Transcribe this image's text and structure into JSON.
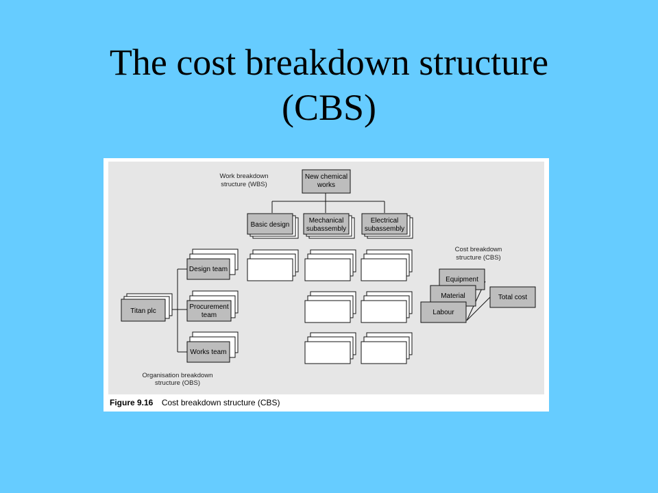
{
  "slide": {
    "title_line1": "The cost breakdown structure",
    "title_line2": "(CBS)"
  },
  "colors": {
    "background": "#66ccff",
    "panel": "#ffffff",
    "inner_panel": "#e6e6e6",
    "box_fill": "#bdbdbd",
    "box_stroke": "#111111"
  },
  "diagram": {
    "wbs": {
      "label_line1": "Work breakdown",
      "label_line2": "structure (WBS)",
      "root_line1": "New chemical",
      "root_line2": "works",
      "children": [
        {
          "line1": "Basic design",
          "line2": ""
        },
        {
          "line1": "Mechanical",
          "line2": "subassembly"
        },
        {
          "line1": "Electrical",
          "line2": "subassembly"
        }
      ]
    },
    "obs": {
      "label_line1": "Organisation breakdown",
      "label_line2": "structure (OBS)",
      "root": "Titan plc",
      "children": [
        {
          "line1": "Design team",
          "line2": ""
        },
        {
          "line1": "Procurement",
          "line2": "team"
        },
        {
          "line1": "Works team",
          "line2": ""
        }
      ]
    },
    "cbs": {
      "label_line1": "Cost breakdown",
      "label_line2": "structure (CBS)",
      "items": [
        "Equipment",
        "Material",
        "Labour"
      ],
      "total": "Total cost"
    },
    "caption": {
      "figure": "Figure 9.16",
      "text": "Cost breakdown structure (CBS)"
    }
  }
}
